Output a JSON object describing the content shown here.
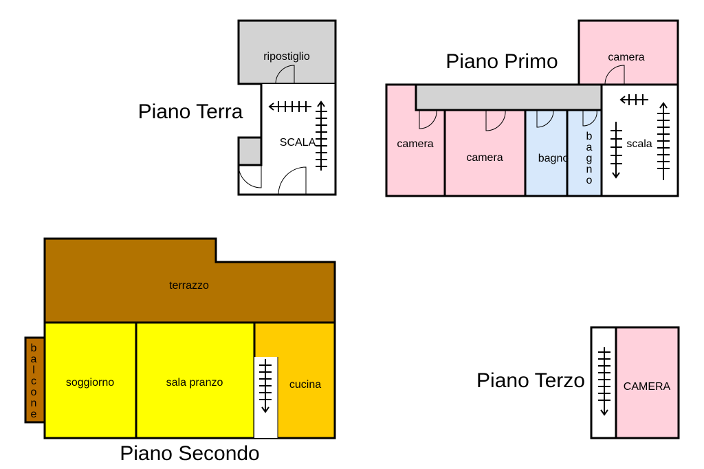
{
  "floors": {
    "terra": {
      "title": "Piano Terra",
      "rooms": {
        "ripostiglio": "ripostiglio",
        "scala": "SCALA"
      }
    },
    "primo": {
      "title": "Piano Primo",
      "rooms": {
        "camera_top": "camera",
        "camera_1": "camera",
        "camera_2": "camera",
        "bagno_1": "bagno",
        "bagno_2_letters": [
          "b",
          "a",
          "g",
          "n",
          "o"
        ],
        "scala": "scala"
      }
    },
    "secondo": {
      "title": "Piano Secondo",
      "rooms": {
        "terrazzo": "terrazzo",
        "soggiorno": "soggiorno",
        "sala_pranzo": "sala pranzo",
        "cucina": "cucina",
        "balcone_letters": [
          "b",
          "a",
          "l",
          "c",
          "o",
          "n",
          "e"
        ]
      }
    },
    "terzo": {
      "title": "Piano Terzo",
      "rooms": {
        "camera": "CAMERA"
      }
    }
  },
  "colors": {
    "storage_gray": "#d3d3d3",
    "bedroom_pink": "#ffd1dc",
    "bath_blue": "#d7e8fb",
    "terrace_brown": "#b27300",
    "living_yellow": "#ffff00",
    "kitchen_orange": "#ffcc00",
    "balcony_brown": "#b96d00"
  }
}
